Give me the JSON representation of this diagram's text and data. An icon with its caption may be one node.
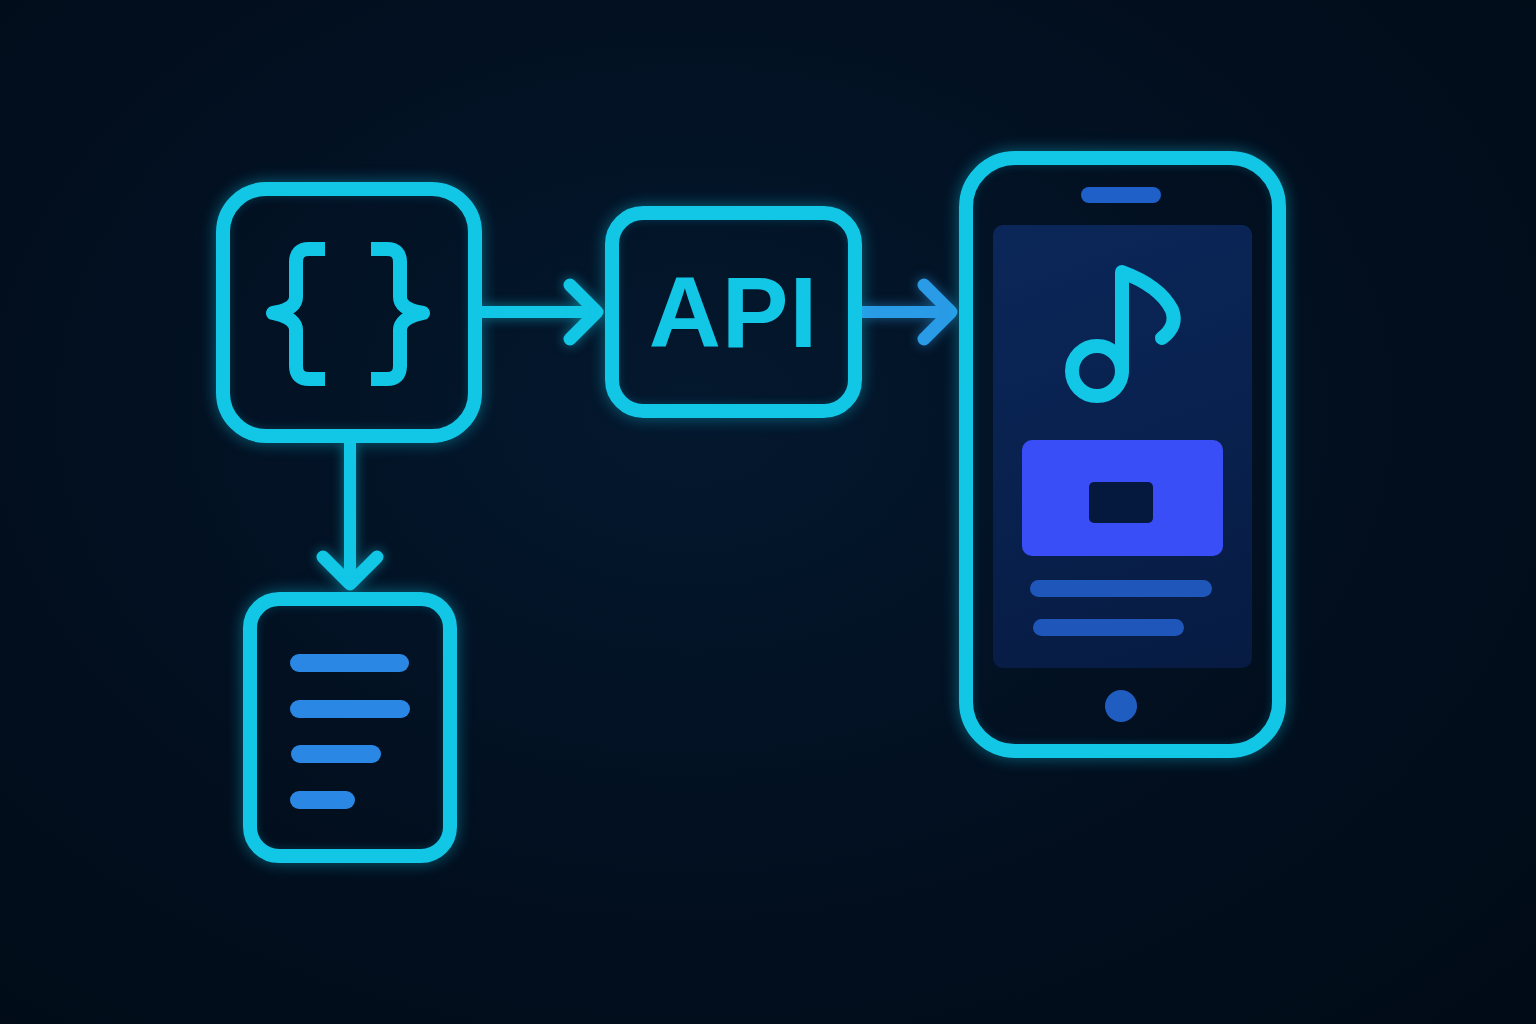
{
  "diagram": {
    "nodes": [
      {
        "text": [],
        "shape": "box"
      },
      {
        "text": [
          "API"
        ]
      },
      {
        "text": [],
        "shape": "phone"
      },
      {
        "text": [],
        "shape": "document"
      }
    ],
    "edges": [
      {
        "from": 0,
        "to": 1,
        "arrow": "to"
      },
      {
        "from": 1,
        "to": 2,
        "arrow": "to",
        "color": "#2a9be6"
      },
      {
        "from": 0,
        "to": 3,
        "arrow": "to"
      }
    ]
  }
}
